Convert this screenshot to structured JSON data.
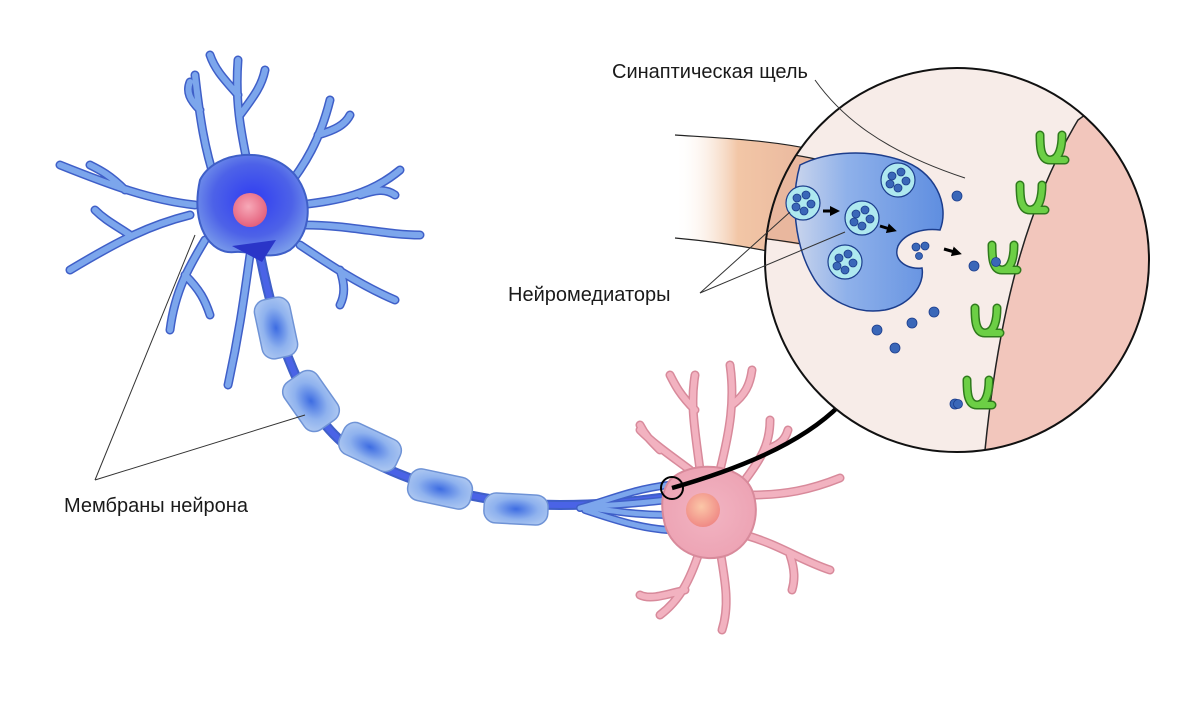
{
  "labels": {
    "synaptic_cleft": "Синаптическая щель",
    "neurotransmitters": "Нейромедиаторы",
    "neuron_membranes": "Мембраны нейрона"
  },
  "colors": {
    "neuron_blue": "#6f9be9",
    "neuron_blue_dark": "#3f5fc8",
    "soma_blue": "#3a4ef0",
    "nucleus_pink": "#f07a93",
    "myelin": "#a9c6ee",
    "target_pink": "#f0b9c4",
    "cleft_bg": "#f7ece8",
    "postsynaptic": "#f2c7bd",
    "vesicle": "#aee8ef",
    "transmitter": "#3a67b8",
    "receptor_green": "#6ccf45"
  }
}
